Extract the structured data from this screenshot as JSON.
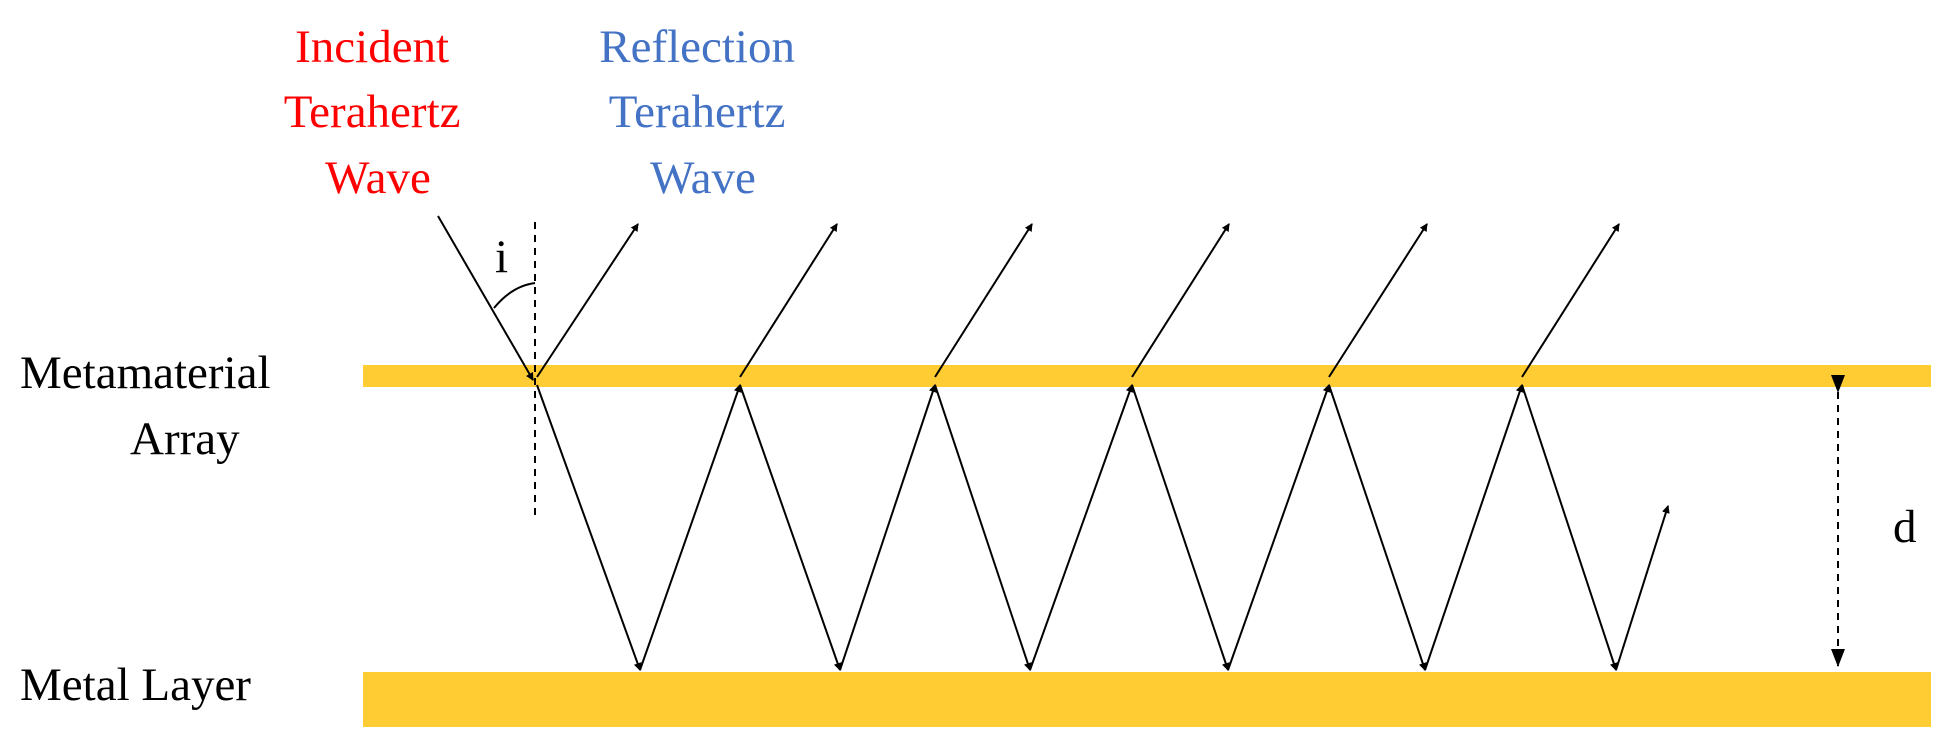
{
  "labels": {
    "incident": [
      "Incident",
      "Terahertz",
      "Wave"
    ],
    "reflection": [
      "Reflection",
      "Terahertz",
      "Wave"
    ],
    "metamaterial": [
      "Metamaterial",
      "Array"
    ],
    "metal": "Metal Layer",
    "angle": "i",
    "thickness": "d"
  },
  "colors": {
    "incident_text": "#ff0000",
    "reflection_text": "#4472c4",
    "layer_fill": "#ffcc33",
    "line": "#000000",
    "text": "#000000"
  }
}
